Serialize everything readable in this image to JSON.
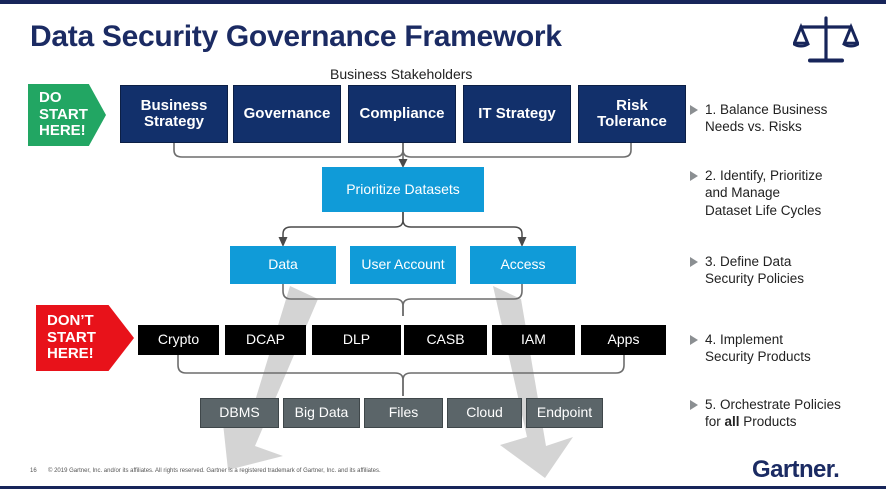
{
  "slide": {
    "title": "Data Security Governance Framework",
    "header_icon": "balance-scales-icon",
    "stakeholders_caption": "Business Stakeholders"
  },
  "banners": {
    "do_start": {
      "line1": "DO",
      "line2": "START",
      "line3": "HERE!",
      "color": "#22a663"
    },
    "dont_start": {
      "line1": "DON’T",
      "line2": "START",
      "line3": "HERE!",
      "color": "#e8121a"
    }
  },
  "rows": {
    "stakeholders": {
      "color": "#12306b",
      "items": [
        {
          "label": "Business\nStrategy"
        },
        {
          "label": "Governance"
        },
        {
          "label": "Compliance"
        },
        {
          "label": "IT Strategy"
        },
        {
          "label": "Risk\nTolerance"
        }
      ]
    },
    "prioritize": {
      "color": "#109bd8",
      "label": "Prioritize Datasets"
    },
    "datasets": {
      "color": "#109bd8",
      "items": [
        {
          "label": "Data"
        },
        {
          "label": "User Account"
        },
        {
          "label": "Access"
        }
      ]
    },
    "products": {
      "color": "#000000",
      "items": [
        {
          "label": "Crypto"
        },
        {
          "label": "DCAP"
        },
        {
          "label": "DLP"
        },
        {
          "label": "CASB"
        },
        {
          "label": "IAM"
        },
        {
          "label": "Apps"
        }
      ]
    },
    "repositories": {
      "color": "#5b6569",
      "items": [
        {
          "label": "DBMS"
        },
        {
          "label": "Big Data"
        },
        {
          "label": "Files"
        },
        {
          "label": "Cloud"
        },
        {
          "label": "Endpoint"
        }
      ]
    }
  },
  "steps": [
    {
      "num": "1.",
      "text": "Balance Business\nNeeds vs. Risks"
    },
    {
      "num": "2.",
      "text": "Identify, Prioritize\nand Manage\nDataset Life Cycles"
    },
    {
      "num": "3.",
      "text": "Define Data\nSecurity Policies"
    },
    {
      "num": "4.",
      "text": "Implement\nSecurity Products"
    },
    {
      "num": "5.",
      "text": "Orchestrate Policies\nfor all Products",
      "bold_word": "all"
    }
  ],
  "footer": {
    "page_number": "16",
    "copyright": "© 2019 Gartner, Inc. and/or its affiliates. All rights reserved. Gartner is a registered trademark of Gartner, Inc. and its affiliates.",
    "brand": "Gartner"
  }
}
